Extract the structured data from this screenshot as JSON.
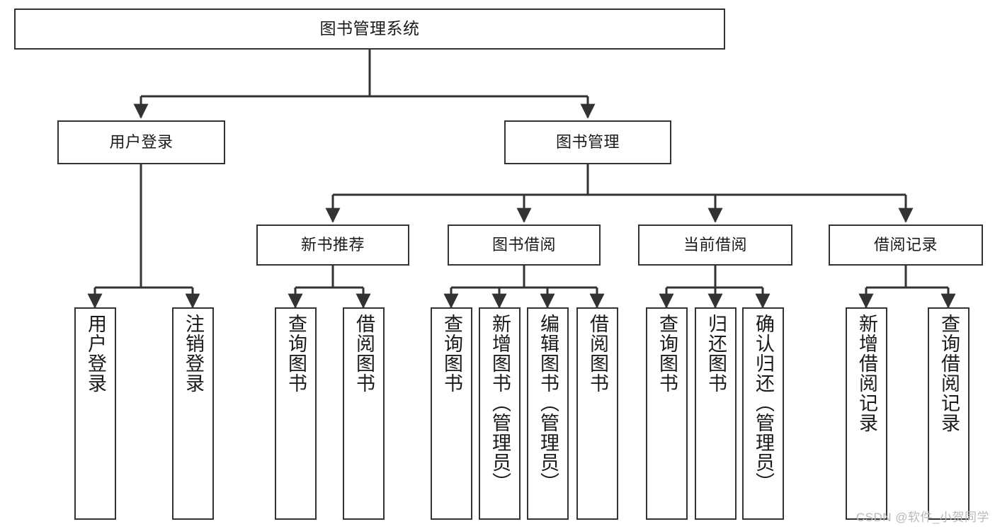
{
  "diagram": {
    "title": "图书管理系统",
    "type": "tree",
    "stroke_color": "#333333",
    "fill_color": "#ffffff",
    "background_color": "#ffffff",
    "watermark": "CSDN @软件_小贺同学"
  },
  "nodes": {
    "root": {
      "label": "图书管理系统"
    },
    "level2": [
      {
        "id": "user-login",
        "label": "用户登录"
      },
      {
        "id": "book-manage",
        "label": "图书管理"
      }
    ],
    "level3": [
      {
        "id": "new-book-recommend",
        "label": "新书推荐"
      },
      {
        "id": "book-borrow",
        "label": "图书借阅"
      },
      {
        "id": "current-borrow",
        "label": "当前借阅"
      },
      {
        "id": "borrow-record",
        "label": "借阅记录"
      }
    ],
    "leaves": {
      "user_login": [
        {
          "id": "leaf-user-login",
          "label": "用户登录"
        },
        {
          "id": "leaf-logout-login",
          "label": "注销登录"
        }
      ],
      "new_book_recommend": [
        {
          "id": "leaf-query-book-1",
          "label": "查询图书"
        },
        {
          "id": "leaf-borrow-book-1",
          "label": "借阅图书"
        }
      ],
      "book_borrow": [
        {
          "id": "leaf-query-book-2",
          "label": "查询图书"
        },
        {
          "id": "leaf-add-book",
          "label": "新增图书（管理员）"
        },
        {
          "id": "leaf-edit-book",
          "label": "编辑图书（管理员）"
        },
        {
          "id": "leaf-borrow-book-2",
          "label": "借阅图书"
        }
      ],
      "current_borrow": [
        {
          "id": "leaf-query-book-3",
          "label": "查询图书"
        },
        {
          "id": "leaf-return-book",
          "label": "归还图书"
        },
        {
          "id": "leaf-confirm-return",
          "label": "确认归还（管理员）"
        }
      ],
      "borrow_record": [
        {
          "id": "leaf-add-record",
          "label": "新增借阅记录"
        },
        {
          "id": "leaf-query-record",
          "label": "查询借阅记录"
        }
      ]
    }
  }
}
